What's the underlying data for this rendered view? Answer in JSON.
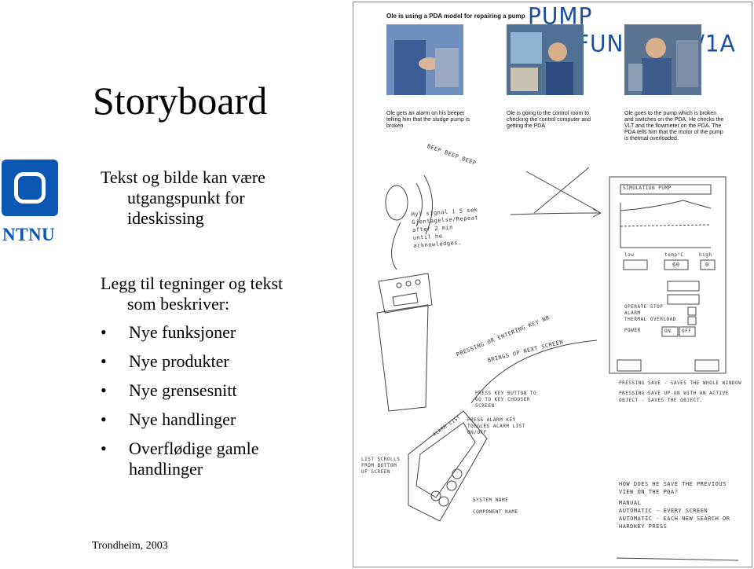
{
  "slide": {
    "title": "Storyboard",
    "logo_text": "NTNU",
    "para1_lines": [
      "Tekst og bilde kan være",
      "utgangspunkt for",
      "ideskissing"
    ],
    "para2_lines": [
      "Legg til tegninger og tekst",
      "som beskriver:"
    ],
    "bullets": [
      "Nye funksjoner",
      "Nye produkter",
      "Nye grensesnitt",
      "Nye handlinger"
    ],
    "last_bullet_lines": [
      "Overflødige gamle",
      "handlinger"
    ],
    "footer": "Trondheim, 2003"
  },
  "sketch": {
    "header": "Ole is using a PDA model for repairing a pump",
    "title": "PUMP MALFUNCTION/1A",
    "captions": [
      "Ole gets an alarm on his beeper telling him that the sludge pump is broken",
      "Ole is going to the control room to checking the control computer and getting the PDA",
      "Ole goes to the pump which is broken and switches on the PDA. He checks the VLT and the flowmeter on the PDA. The PDA tells him that the motor of the pump is thermal overloaded."
    ],
    "beeper_text": "BEEP BEEP BEEP",
    "alarm_note": [
      "Hyl signal i 5 sek",
      "Gjentagelse/Repeat",
      "after 2 min",
      "until he",
      "acknowledges."
    ],
    "screen_title": "SIMULATION PUMP",
    "screen_labels": [
      "low",
      "temp°C",
      "high",
      "60",
      "0"
    ],
    "screen_states": [
      "OPERATE STOP",
      "ALARM",
      "THERMAL OVERLOAD",
      "POWER",
      "ON",
      "OFF"
    ],
    "arrow_text_1": "PRESSING OR ENTERING KEY NR",
    "arrow_text_2": "BRINGS UP NEXT SCREEN",
    "save_note": [
      "PRESSING SAVE - SAVES THE WHOLE WINDOW",
      "PRESSING SAVE UP-ON WITH AN ACTIVE OBJECT - SAVES THE OBJECT."
    ],
    "pda_notes": [
      "PRESS KEY BUTTON TO GO TO KEY CHOOSER SCREEN",
      "PRESS ALARM KEY TOGGLES ALARM LIST ON/OFF",
      "LIST SCROLLS FROM BOTTOM OF SCREEN",
      "SYSTEM NAME",
      "COMPONENT NAME"
    ],
    "question": [
      "HOW DOES HE SAVE THE PREVIOUS VIEW ON THE PDA?",
      "MANUAL",
      "AUTOMATIC - EVERY SCREEN",
      "AUTOMATIC - EACH NEW SEARCH OR HARDKEY PRESS"
    ],
    "pda_label": "ALARM LIST"
  },
  "colors": {
    "logo_blue": "#0b57b3",
    "sketch_title_blue": "#1a4f9e"
  }
}
